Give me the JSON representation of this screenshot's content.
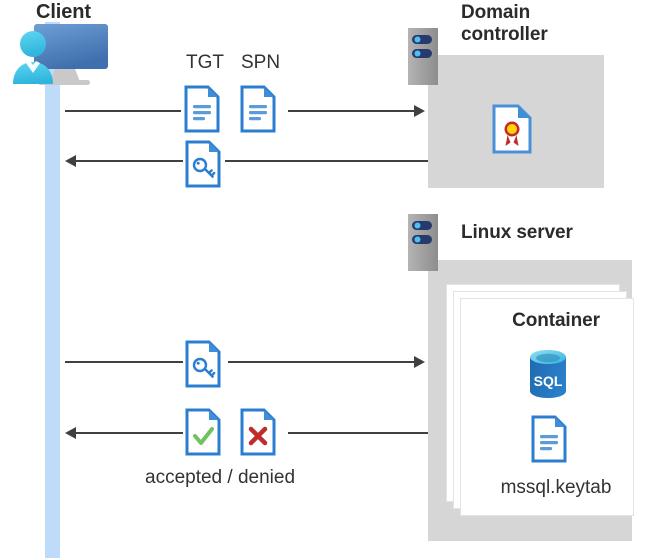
{
  "diagram": {
    "title": "Kerberos authentication flow between client, domain controller and Linux server container",
    "colors": {
      "lifeline": "#bfdbfa",
      "panel_gray": "#d6d6d6",
      "server_gray": "#9a9a9a",
      "server_bar_navy": "#253b6e",
      "server_dot_blue": "#50c0ef",
      "doc_border_blue": "#2b7dd0",
      "doc_fold_blue": "#3f8fd8",
      "doc_line_blue": "#5b9bd8",
      "accent_red": "#c02b2b",
      "accent_green": "#6fc25c",
      "cert_ribbon_red": "#c02b2b",
      "cert_medal_yellow": "#ffd400",
      "sql_blue": "#1f6bb0",
      "sql_top_cyan": "#4cc3e8",
      "text_dark": "#2b2b2b",
      "line_gray": "#404040",
      "monitor_blue": "#4a7ebb",
      "person_cyan": "#40c4e8"
    },
    "actors": {
      "client": {
        "label": "Client",
        "icon": "client-workstation-icon"
      },
      "domain_controller": {
        "label": "Domain\ncontroller",
        "icon": "server-rack-icon",
        "contents": [
          {
            "icon": "certificate-document-icon",
            "label": ""
          }
        ]
      },
      "linux_server": {
        "label": "Linux server",
        "icon": "server-rack-icon",
        "container": {
          "label": "Container",
          "stack_count": 3,
          "contents": [
            {
              "icon": "sql-database-icon",
              "label": "SQL"
            },
            {
              "icon": "keytab-document-icon",
              "label": "mssql.keytab"
            }
          ]
        }
      }
    },
    "messages": [
      {
        "id": "msg-1",
        "direction": "right",
        "from": "client",
        "to": "domain_controller",
        "labels": [
          "TGT",
          "SPN"
        ],
        "icons": [
          "tgt-document-icon",
          "spn-document-icon"
        ]
      },
      {
        "id": "msg-2",
        "direction": "left",
        "from": "domain_controller",
        "to": "client",
        "labels": [],
        "icons": [
          "service-ticket-key-document-icon"
        ]
      },
      {
        "id": "msg-3",
        "direction": "right",
        "from": "client",
        "to": "linux_server",
        "labels": [],
        "icons": [
          "service-ticket-key-document-icon"
        ]
      },
      {
        "id": "msg-4",
        "direction": "left",
        "from": "linux_server",
        "to": "client",
        "labels": [
          "accepted / denied"
        ],
        "icons": [
          "accepted-document-icon",
          "denied-document-icon"
        ]
      }
    ]
  }
}
